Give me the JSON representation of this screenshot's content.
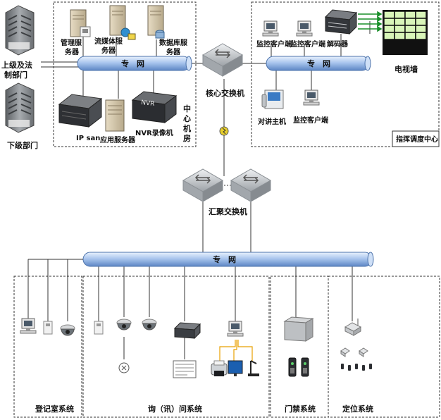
{
  "labels": {
    "upper_dept_line1": "上级及法",
    "upper_dept_line2": "制部门",
    "lower_dept": "下级部门",
    "mgmt_server_line1": "管理服",
    "mgmt_server_line2": "务器",
    "stream_server_line1": "流媒体服",
    "stream_server_line2": "务器",
    "db_server_line1": "数据库服",
    "db_server_line2": "务器",
    "private_net": "专　网",
    "ip_san": "IP san",
    "app_server": "应用服务器",
    "nvr_box": "NVR",
    "nvr_recorder": "NVR录像机",
    "center_room_1": "中",
    "center_room_2": "心",
    "center_room_3": "机",
    "center_room_4": "房",
    "core_switch": "核心交换机",
    "monitor_client_a": "监控客户端",
    "monitor_client_b": "监控客户端",
    "decoder": "解码器",
    "tv_wall": "电视墙",
    "intercom_host": "对讲主机",
    "monitor_client_c": "监控客户端",
    "command_center": "指挥调度中心",
    "agg_switch": "汇聚交换机",
    "registration_system": "登记室系统",
    "interrogation_system": "询（讯）问系统",
    "access_control_system": "门禁系统",
    "positioning_system": "定位系统"
  },
  "icons": [
    "building-icon",
    "server-icon",
    "storage-array-icon",
    "nvr-icon",
    "switch-icon",
    "pc-icon",
    "decoder-icon",
    "video-wall-icon",
    "phone-icon",
    "dome-camera-icon",
    "intercom-icon",
    "access-controller-icon",
    "card-reader-icon",
    "locator-icon",
    "firewall-icon"
  ],
  "colors": {
    "network_bar": "#6f9ad6",
    "network_bar_light": "#d6e6fa",
    "switch_gray": "#b9bdc1",
    "wall_green": "#d9f5b9",
    "dashed_border": "#333333"
  }
}
